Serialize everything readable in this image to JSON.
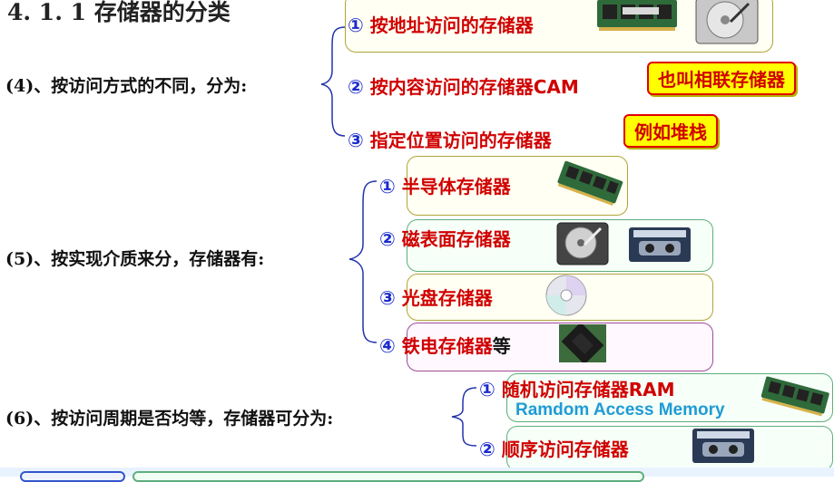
{
  "heading": "4. 1. 1  存储器的分类",
  "row4": {
    "label": "(4)、按访问方式的不同，分为:",
    "items": [
      {
        "num": "①",
        "text": "按地址访问的存储器"
      },
      {
        "num": "②",
        "text": "按内容访问的存储器CAM"
      },
      {
        "num": "③",
        "text": "指定位置访问的存储器"
      }
    ],
    "callouts": [
      "也叫相联存储器",
      "例如堆栈"
    ]
  },
  "row5": {
    "label": "(5)、按实现介质来分，存储器有:",
    "items": [
      {
        "num": "①",
        "text": "半导体存储器",
        "suffix": ""
      },
      {
        "num": "②",
        "text": "磁表面存储器",
        "suffix": ""
      },
      {
        "num": "③",
        "text": "光盘存储器",
        "suffix": ""
      },
      {
        "num": "④",
        "text": "铁电存储器",
        "suffix": "等"
      }
    ]
  },
  "row6": {
    "label": "(6)、按访问周期是否均等，存储器可分为:",
    "items": [
      {
        "num": "①",
        "text": "随机访问存储器RAM",
        "sub": "Ramdom Access Memory"
      },
      {
        "num": "②",
        "text": "顺序访问存储器"
      }
    ]
  },
  "icons": [
    "ram-module",
    "hard-disk",
    "cassette-tape",
    "optical-disc",
    "chip"
  ]
}
